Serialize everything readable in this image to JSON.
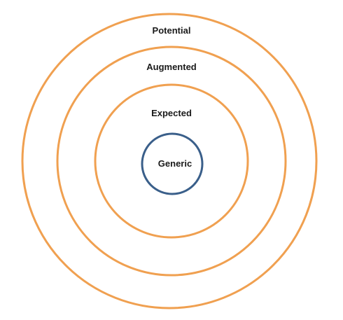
{
  "diagram": {
    "type": "concentric-circles",
    "layers": [
      {
        "key": "potential",
        "label": "Potential"
      },
      {
        "key": "augmented",
        "label": "Augmented"
      },
      {
        "key": "expected",
        "label": "Expected"
      },
      {
        "key": "generic",
        "label": "Generic"
      }
    ]
  },
  "colors": {
    "outer_rings": "#F0A050",
    "core_ring": "#3A5F8A",
    "label_text": "#1a1a1a"
  }
}
